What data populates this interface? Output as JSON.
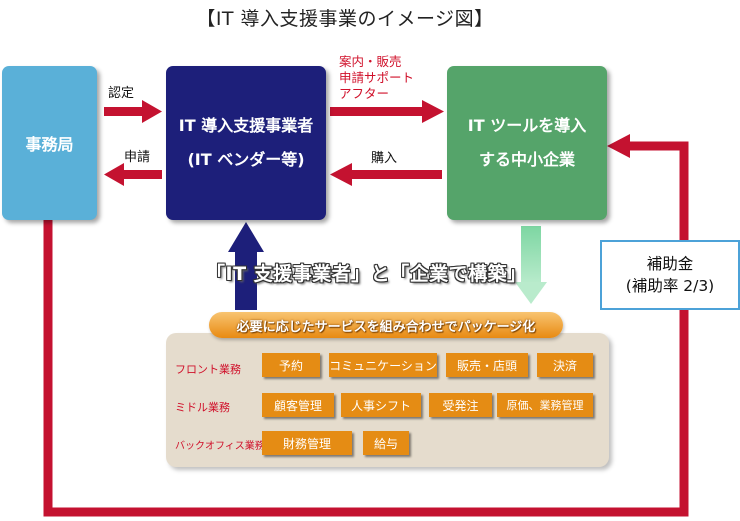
{
  "title": "【IT 導入支援事業のイメージ図】",
  "boxes": {
    "jimu": "事務局",
    "vendor_line1": "IT 導入支援事業者",
    "vendor_line2": "(IT ベンダー等)",
    "sme_line1": "IT ツールを導入",
    "sme_line2": "する中小企業"
  },
  "arrows": {
    "nintei": "認定",
    "shinsei": "申請",
    "services": [
      "案内・販売",
      "申請サポート",
      "アフター"
    ],
    "konyu": "購入"
  },
  "subsidy": {
    "line1": "補助金",
    "line2": "(補助率 2/3)"
  },
  "banner": "「IT 支援事業者」と「企業で構築」",
  "package": {
    "pill": "必要に応じたサービスを組み合わせでパッケージ化",
    "rows": [
      {
        "category": "フロント業務",
        "items": [
          "予約",
          "コミュニケーション",
          "販売・店頭",
          "決済"
        ]
      },
      {
        "category": "ミドル業務",
        "items": [
          "顧客管理",
          "人事シフト",
          "受発注",
          "原価、業務管理"
        ]
      },
      {
        "category": "バックオフィス業務",
        "items": [
          "財務管理",
          "給与"
        ]
      }
    ]
  },
  "colors": {
    "jimu": "#5ab0d8",
    "vendor": "#1d1f7a",
    "sme": "#55a46a",
    "flow_red": "#c41230",
    "chip_orange": "#e58c14",
    "panel_beige": "#e5dccd"
  }
}
